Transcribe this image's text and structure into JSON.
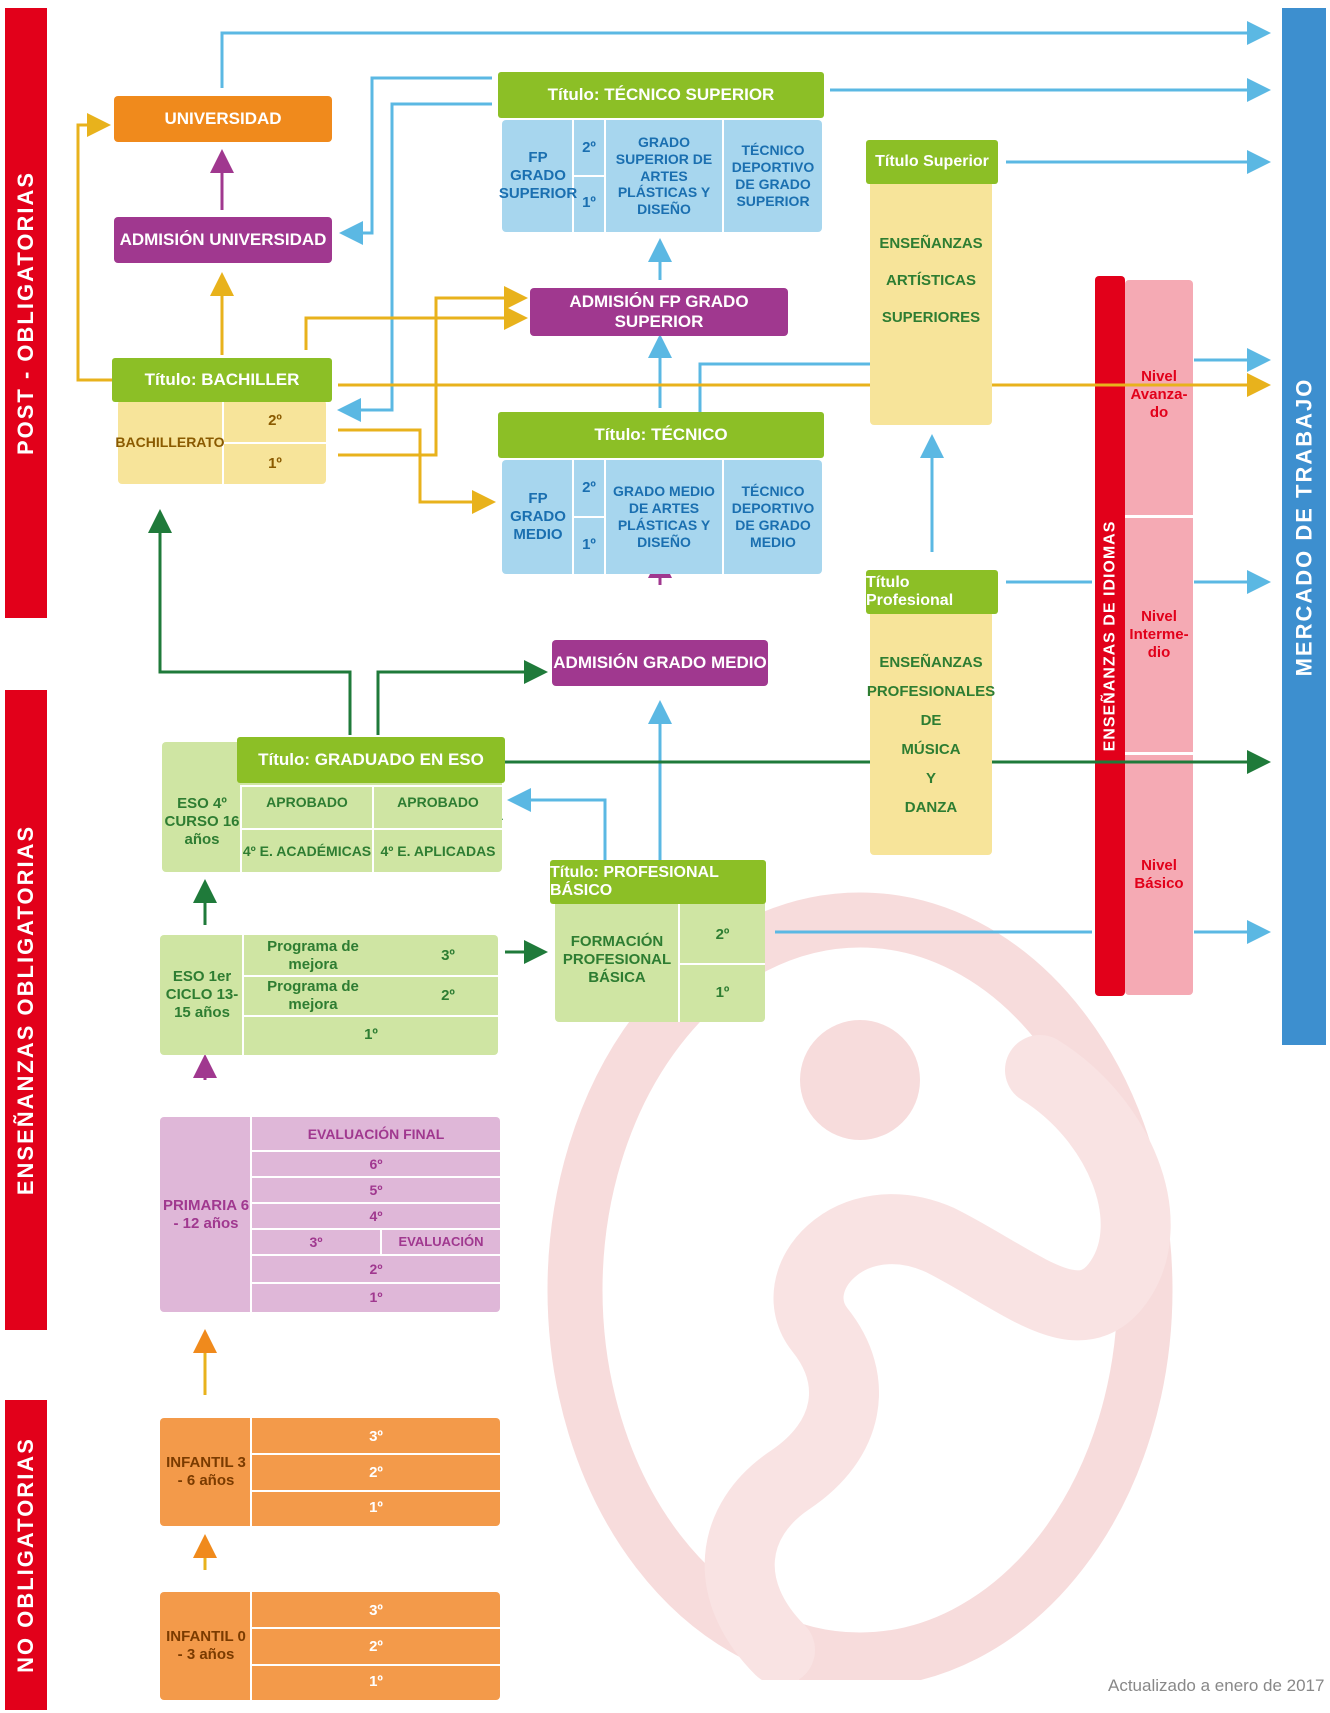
{
  "side_labels": {
    "post": "POST - OBLIGATORIAS",
    "ens": "ENSEÑANZAS OBLIGATORIAS",
    "no": "NO OBLIGATORIAS",
    "mercado": "MERCADO DE TRABAJO",
    "idiomas": "ENSEÑANZAS DE IDIOMAS"
  },
  "universidad": "UNIVERSIDAD",
  "admision_universidad": "ADMISIÓN UNIVERSIDAD",
  "bachiller": {
    "title": "Título: BACHILLER",
    "label": "BACHILLERATO",
    "y2": "2º",
    "y1": "1º"
  },
  "tecnico_superior": {
    "title": "Título: TÉCNICO SUPERIOR",
    "fp": "FP GRADO SUPERIOR",
    "y2": "2º",
    "y1": "1º",
    "artes": "GRADO SUPERIOR DE ARTES PLÁSTICAS Y DISEÑO",
    "deportivo": "TÉCNICO DEPORTIVO DE GRADO SUPERIOR"
  },
  "admision_fp_superior": "ADMISIÓN FP GRADO SUPERIOR",
  "tecnico": {
    "title": "Título: TÉCNICO",
    "fp": "FP GRADO MEDIO",
    "y2": "2º",
    "y1": "1º",
    "artes": "GRADO MEDIO DE ARTES PLÁSTICAS Y DISEÑO",
    "deportivo": "TÉCNICO DEPORTIVO DE GRADO MEDIO"
  },
  "admision_grado_medio": "ADMISIÓN GRADO MEDIO",
  "titulo_superior": "Título Superior",
  "artisticas": [
    "ENSEÑANZAS",
    "ARTÍSTICAS",
    "SUPERIORES"
  ],
  "titulo_profesional": "Título Profesional",
  "musica": [
    "ENSEÑANZAS",
    "PROFESIONALES",
    "DE",
    "MÚSICA",
    "Y",
    "DANZA"
  ],
  "idiomas_niveles": [
    "Nivel Avanza- do",
    "Nivel Interme- dio",
    "Nivel Básico"
  ],
  "graduado": {
    "title": "Título: GRADUADO EN ESO",
    "eso4": "ESO 4º CURSO 16 años",
    "aprobado1": "APROBADO",
    "aprobado2": "APROBADO",
    "academicas": "4º E. ACADÉMICAS",
    "aplicadas": "4º E. APLICADAS"
  },
  "profesional_basico": {
    "title": "Título: PROFESIONAL BÁSICO",
    "label": "FORMACIÓN PROFESIONAL BÁSICA",
    "y2": "2º",
    "y1": "1º"
  },
  "eso1": {
    "label": "ESO 1er CICLO 13-15 años",
    "pm1": "Programa de mejora",
    "pm2": "Programa de mejora",
    "y3": "3º",
    "y2": "2º",
    "y1": "1º"
  },
  "primaria": {
    "label": "PRIMARIA 6 - 12 años",
    "final": "EVALUACIÓN FINAL",
    "y6": "6º",
    "y5": "5º",
    "y4": "4º",
    "y3": "3º",
    "evaluacion": "EVALUACIÓN",
    "y2": "2º",
    "y1": "1º"
  },
  "infantil36": {
    "label": "INFANTIL 3 - 6 años",
    "y3": "3º",
    "y2": "2º",
    "y1": "1º"
  },
  "infantil03": {
    "label": "INFANTIL 0 - 3 años",
    "y3": "3º",
    "y2": "2º",
    "y1": "1º"
  },
  "footer": "Actualizado a enero de 2017",
  "colors": {
    "red": "#e2001a",
    "blue": "#3d8fcf",
    "green": "#8cbf26",
    "purple": "#a0388f",
    "orange": "#f08a1c",
    "yellow": "#f7e49a",
    "darkgreen": "#1f7a3a",
    "lightblue": "#5bb8e3",
    "gold": "#e8b21c"
  }
}
